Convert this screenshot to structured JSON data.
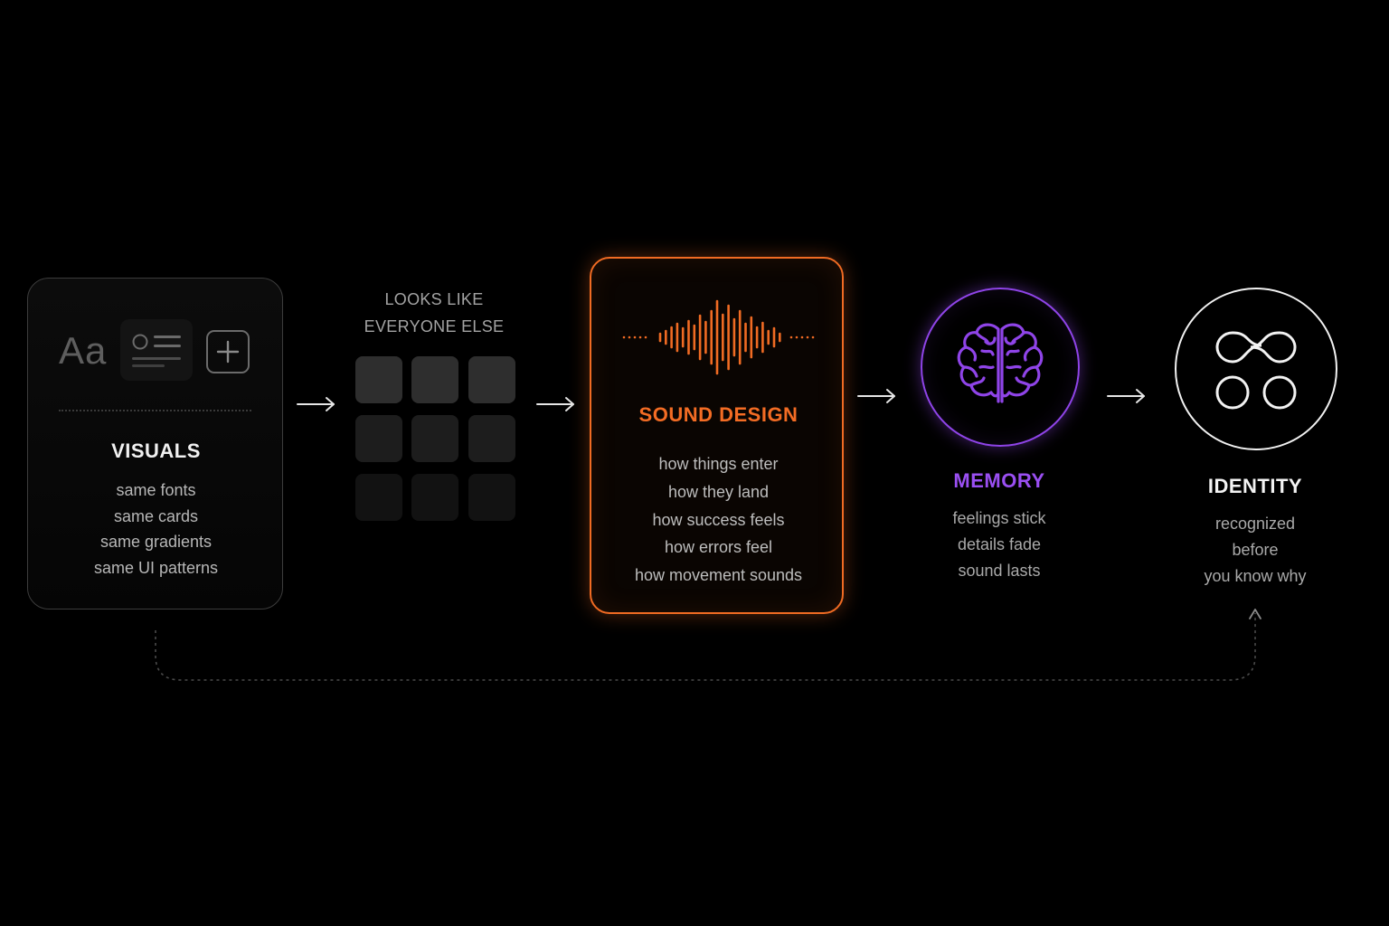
{
  "colors": {
    "background": "#000000",
    "accent_sound": "#f06b23",
    "accent_memory": "#8f44e8",
    "identity_stroke": "#f2f2f2",
    "muted_text": "#b7b7b7"
  },
  "visuals": {
    "glyph": "Aa",
    "title": "VISUALS",
    "lines": [
      "same fonts",
      "same cards",
      "same gradients",
      "same UI patterns"
    ],
    "icons": [
      "typography-glyph",
      "ui-card-icon",
      "plus-icon"
    ]
  },
  "looks_like": {
    "line1": "LOOKS LIKE",
    "line2": "EVERYONE ELSE",
    "icon": "tile-grid-icon"
  },
  "sound_design": {
    "title": "SOUND DESIGN",
    "lines": [
      "how things enter",
      "how they land",
      "how success feels",
      "how errors feel",
      "how movement sounds"
    ],
    "icon": "waveform-icon"
  },
  "memory": {
    "title": "MEMORY",
    "lines": [
      "feelings stick",
      "details fade",
      "sound lasts"
    ],
    "icon": "brain-icon"
  },
  "identity": {
    "title": "IDENTITY",
    "lines": [
      "recognized",
      "before",
      "you know why"
    ],
    "icon": "linked-circles-icon"
  },
  "arrows": [
    "→",
    "→",
    "→",
    "→"
  ]
}
